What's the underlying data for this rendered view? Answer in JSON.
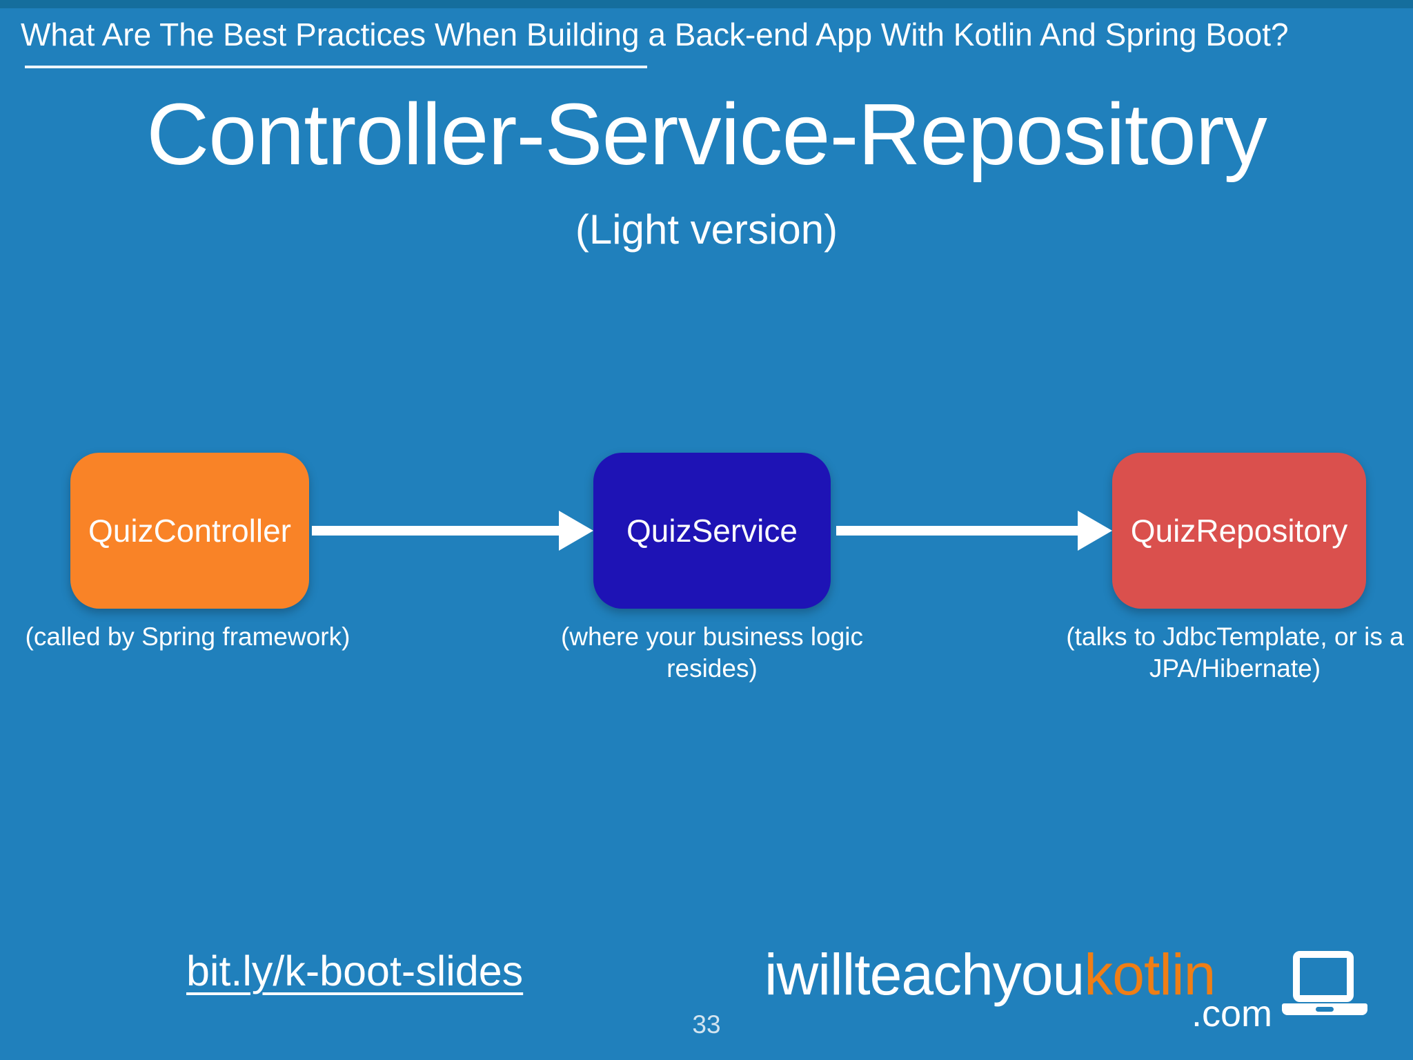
{
  "slide": {
    "header_title": "What Are The Best Practices When Building a Back-end App With Kotlin And Spring Boot?",
    "main_title": "Controller-Service-Repository",
    "subtitle": "(Light version)",
    "page_number": "33"
  },
  "diagram": {
    "type": "flow-left-to-right",
    "nodes": [
      {
        "label": "QuizController",
        "caption_lines": [
          "(called by Spring framework)"
        ],
        "color": "#f98327"
      },
      {
        "label": "QuizService",
        "caption_lines": [
          "(where your business logic",
          "resides)"
        ],
        "color": "#1e13b5"
      },
      {
        "label": "QuizRepository",
        "caption_lines": [
          "(talks to JdbcTemplate, or is a",
          "JPA/Hibernate)"
        ],
        "color": "#da504d"
      }
    ],
    "arrows": [
      {
        "from": "QuizController",
        "to": "QuizService"
      },
      {
        "from": "QuizService",
        "to": "QuizRepository"
      }
    ],
    "arrow_color": "#ffffff"
  },
  "footer": {
    "link_text": "bit.ly/k-boot-slides",
    "logo": {
      "text_white": "iwillteachyou",
      "text_orange": "kotlin",
      "tld": ".com",
      "icon": "laptop-icon"
    }
  },
  "colors": {
    "background": "#2080bc",
    "top_strip": "#156e9d",
    "text": "#ffffff",
    "brand_orange": "#ef7e16",
    "muted_text": "#d2e4f0"
  }
}
